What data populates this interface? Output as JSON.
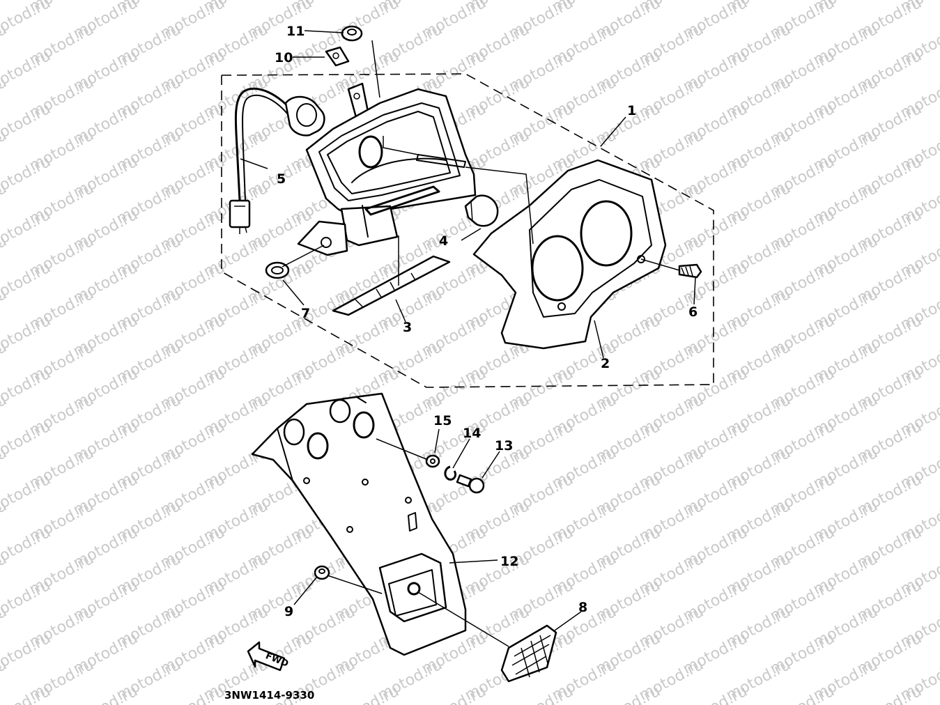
{
  "watermark": {
    "text": "motod.ru",
    "color": "#c9c9c9"
  },
  "diagram_code": "3NW1414-9330",
  "direction_label": "FWD",
  "callouts": [
    {
      "id": "1",
      "label": "1"
    },
    {
      "id": "2",
      "label": "2"
    },
    {
      "id": "3",
      "label": "3"
    },
    {
      "id": "4",
      "label": "4"
    },
    {
      "id": "5",
      "label": "5"
    },
    {
      "id": "6",
      "label": "6"
    },
    {
      "id": "7",
      "label": "7"
    },
    {
      "id": "8",
      "label": "8"
    },
    {
      "id": "9",
      "label": "9"
    },
    {
      "id": "10",
      "label": "10"
    },
    {
      "id": "11",
      "label": "11"
    },
    {
      "id": "12",
      "label": "12"
    },
    {
      "id": "13",
      "label": "13"
    },
    {
      "id": "14",
      "label": "14"
    },
    {
      "id": "15",
      "label": "15"
    }
  ]
}
